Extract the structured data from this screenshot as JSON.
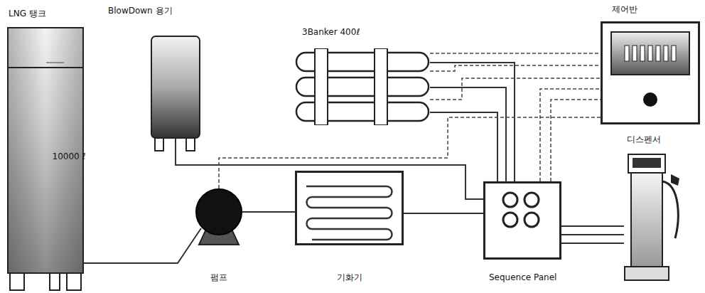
{
  "diagram": {
    "nodes": [
      {
        "text": [
          "LNG 탱크",
          "10000 ℓ"
        ]
      },
      {
        "text": [
          "BlowDown 용기"
        ]
      },
      {
        "text": [
          "3Banker 400ℓ"
        ]
      },
      {
        "text": [
          "제어반"
        ]
      },
      {
        "text": [
          "펌프"
        ]
      },
      {
        "text": [
          "기화기"
        ]
      },
      {
        "text": [
          "Sequence Panel"
        ]
      },
      {
        "text": [
          "디스펜서"
        ]
      }
    ],
    "edges": [
      {
        "from": 0,
        "to": 4,
        "arrow": "none"
      },
      {
        "from": 4,
        "to": 5,
        "arrow": "none"
      },
      {
        "from": 5,
        "to": 6,
        "arrow": "none"
      },
      {
        "from": 1,
        "to": 6,
        "arrow": "none"
      },
      {
        "from": 6,
        "to": 2,
        "arrow": "none"
      },
      {
        "from": 6,
        "to": 7,
        "arrow": "none"
      },
      {
        "from": 2,
        "to": 3,
        "arrow": "none"
      },
      {
        "from": 6,
        "to": 3,
        "arrow": "none"
      },
      {
        "from": 4,
        "to": 3,
        "arrow": "none"
      }
    ]
  }
}
